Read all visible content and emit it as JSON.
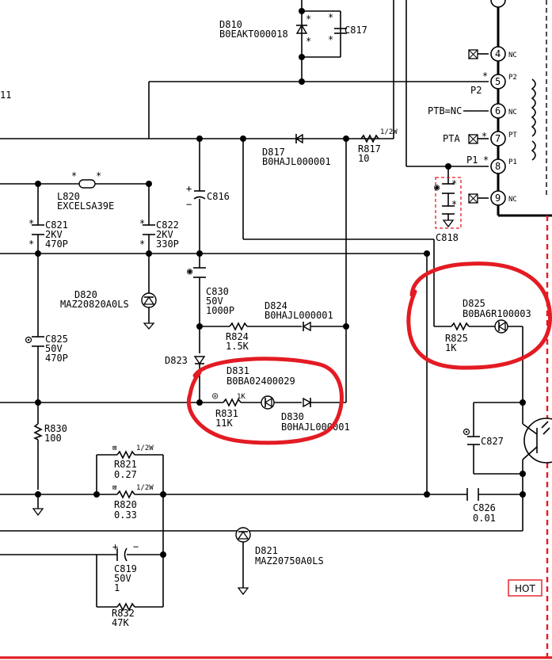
{
  "components": {
    "d810": {
      "ref": "D810",
      "part": "B0EAKT000018"
    },
    "c817": {
      "ref": "C817"
    },
    "p2_label": "P2",
    "ptb": "PTB=NC",
    "pta": "PTA",
    "p1_label": "P1",
    "pins": [
      {
        "num": "4",
        "tag": "NC"
      },
      {
        "num": "5",
        "tag": "P2"
      },
      {
        "num": "6",
        "tag": "NC"
      },
      {
        "num": "7",
        "tag": "PT"
      },
      {
        "num": "8",
        "tag": "P1"
      },
      {
        "num": "9",
        "tag": "NC"
      }
    ],
    "c818": {
      "ref": "C818"
    },
    "r817": {
      "ref": "R817",
      "value": "10",
      "rating": "1/2W"
    },
    "d817": {
      "ref": "D817",
      "part": "B0HAJL000001"
    },
    "c816": {
      "ref": "C816"
    },
    "l820": {
      "ref": "L820",
      "part": "EXCELSA39E"
    },
    "c821": {
      "ref": "C821",
      "volt": "2KV",
      "value": "470P"
    },
    "c822": {
      "ref": "C822",
      "volt": "2KV",
      "value": "330P"
    },
    "d820": {
      "ref": "D820",
      "part": "MAZ20820A0LS"
    },
    "c830": {
      "ref": "C830",
      "volt": "50V",
      "value": "1000P"
    },
    "d824": {
      "ref": "D824",
      "part": "B0HAJL000001"
    },
    "r824": {
      "ref": "R824",
      "value": "1.5K"
    },
    "d825": {
      "ref": "D825",
      "part": "B0BA6R100003"
    },
    "r825": {
      "ref": "R825",
      "value": "1K"
    },
    "c825": {
      "ref": "C825",
      "volt": "50V",
      "value": "470P"
    },
    "d823": {
      "ref": "D823"
    },
    "d831": {
      "ref": "D831",
      "part": "B0BA02400029"
    },
    "r831": {
      "ref": "R831",
      "value": "11K",
      "rating": "1K"
    },
    "d830": {
      "ref": "D830",
      "part": "B0HAJL000001"
    },
    "r830": {
      "ref": "R830",
      "value": "100"
    },
    "c827": {
      "ref": "C827"
    },
    "r821": {
      "ref": "R821",
      "value": "0.27",
      "rating": "1/2W"
    },
    "r820": {
      "ref": "R820",
      "value": "0.33",
      "rating": "1/2W"
    },
    "c826": {
      "ref": "C826",
      "value": "0.01"
    },
    "d821": {
      "ref": "D821",
      "part": "MAZ20750A0LS"
    },
    "c819": {
      "ref": "C819",
      "volt": "50V",
      "value": "1"
    },
    "r832": {
      "ref": "R832",
      "value": "47K"
    }
  },
  "edge_text": "11",
  "hot_label": "HOT",
  "colors": {
    "annotation": "#e31b23",
    "wire": "#000000"
  }
}
